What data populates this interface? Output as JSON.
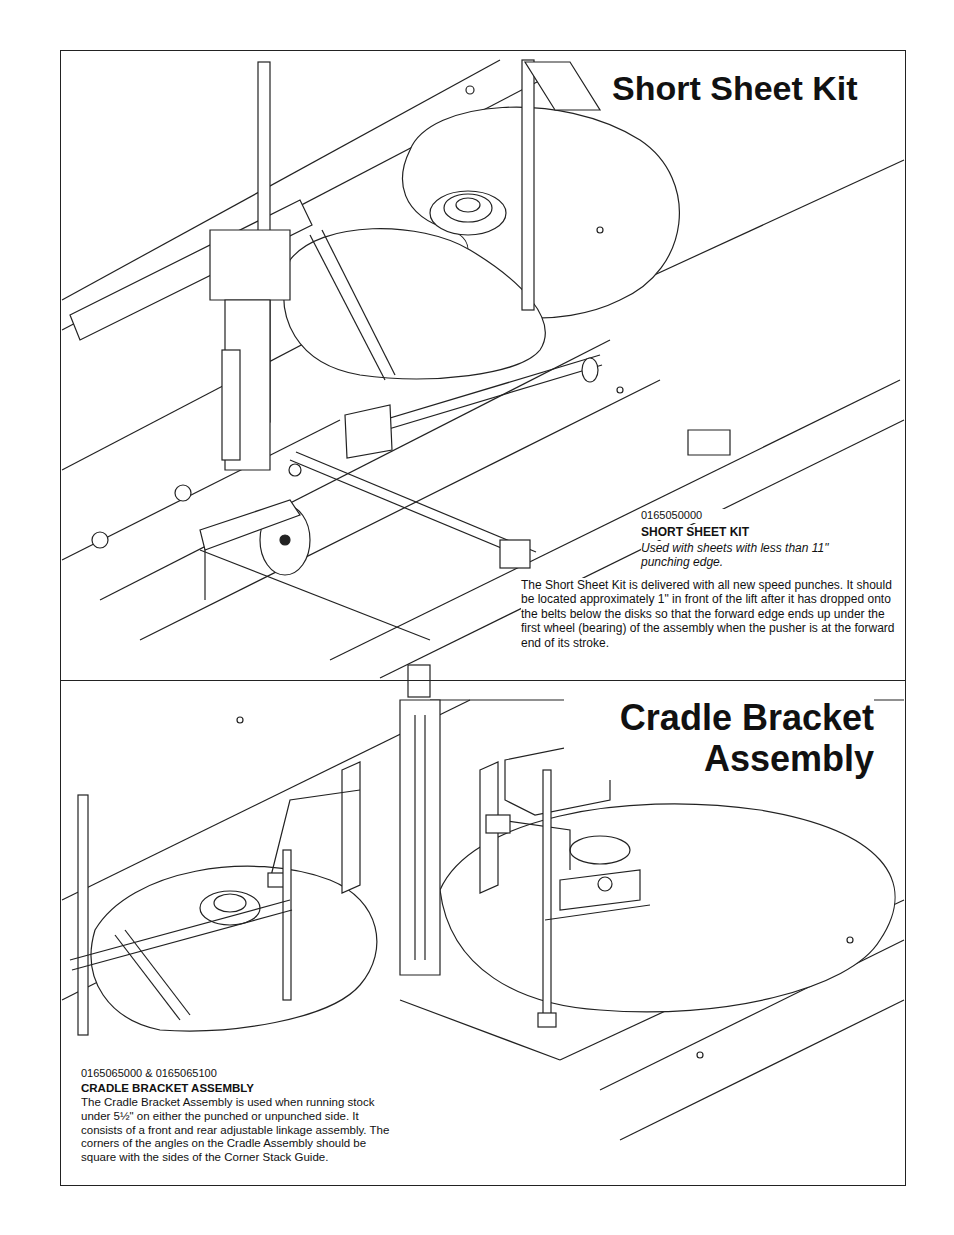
{
  "diagram": {
    "nodes": [
      {
        "text": [
          "Short Sheet Kit",
          "0165050000",
          "SHORT SHEET KIT",
          "Used with sheets with less than 11\" punching edge.",
          "The Short Sheet Kit is delivered with all new speed punches. It should be located approximately 1\" in front of the lift after it has dropped onto the belts below the disks so that the forward edge ends up under the first wheel (bearing) of the assembly when the pusher is at the forward end of its stroke."
        ]
      },
      {
        "text": [
          "Cradle Bracket Assembly",
          "0165065000 & 0165065100",
          "CRADLE BRACKET ASSEMBLY",
          "The Cradle Bracket Assembly is used when running stock under 5½\" on either the punched or unpunched side. It consists of a front and rear adjustable linkage assembly. The corners of the angles on the Cradle Assembly should be square with the sides of the Corner Stack Guide."
        ]
      }
    ]
  }
}
